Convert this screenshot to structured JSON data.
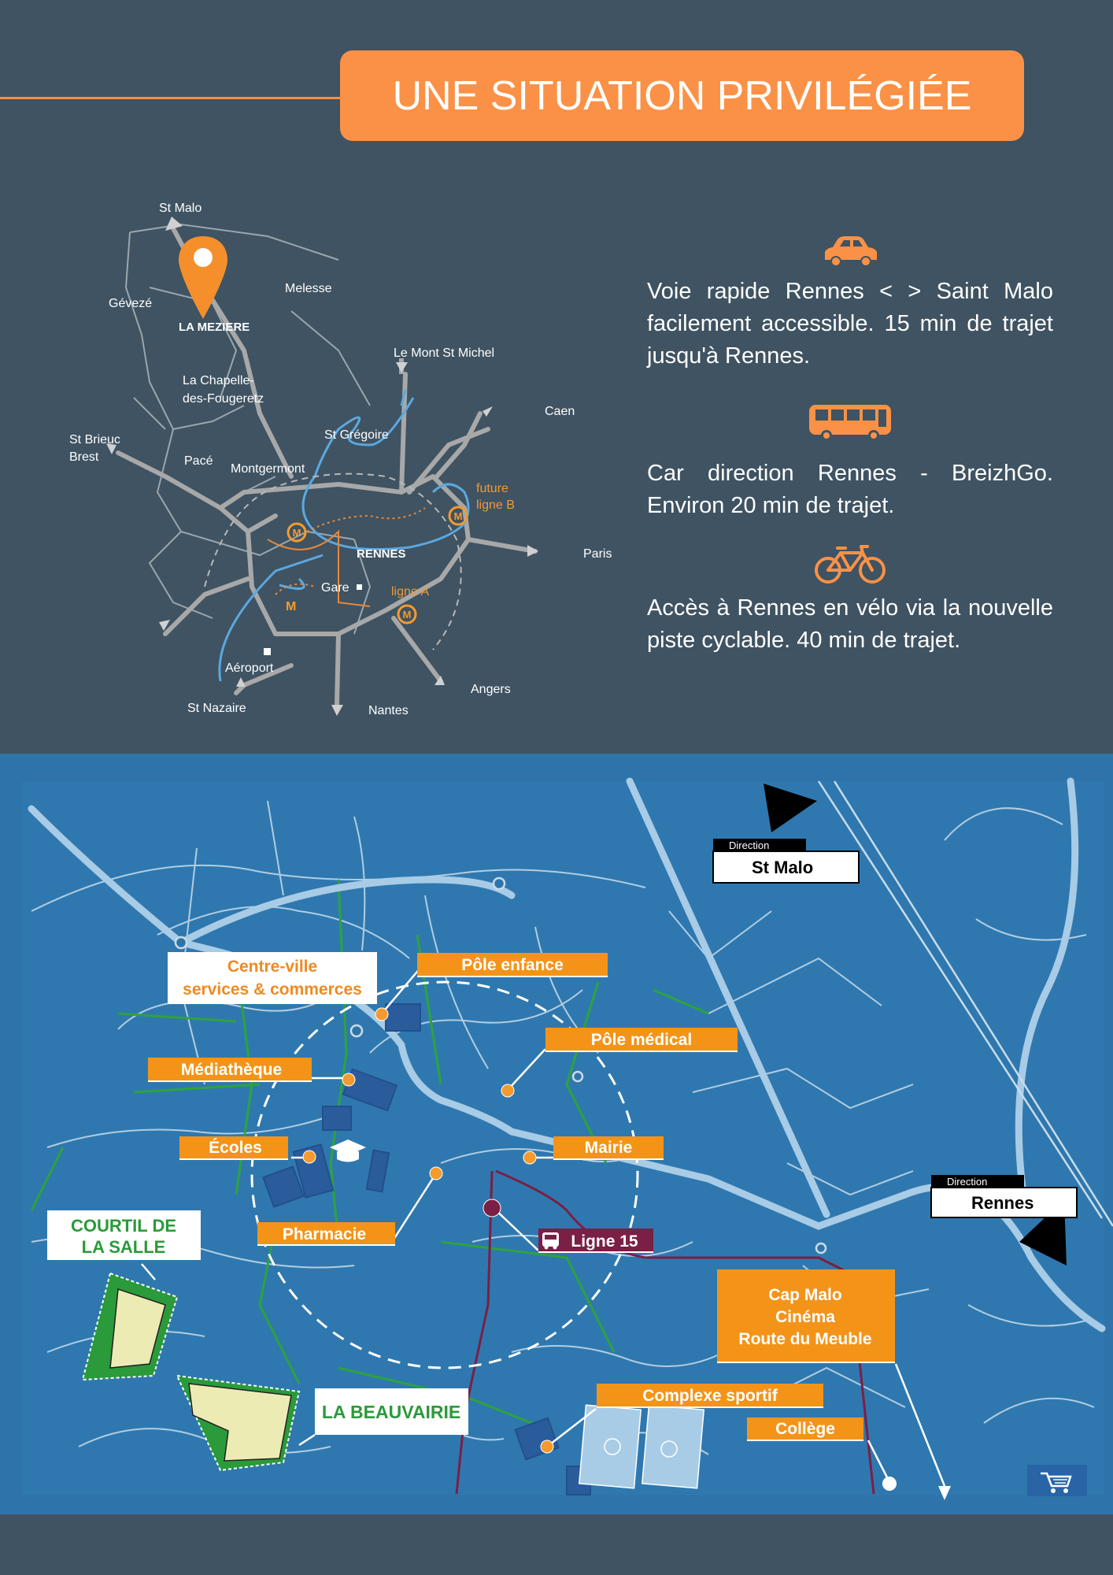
{
  "header": {
    "title": "UNE SITUATION PRIVILÉGIÉE"
  },
  "colors": {
    "accent": "#fb9146",
    "background": "#3f5362",
    "map_blue": "#2e74aa",
    "green": "#2a9a3a",
    "bus_line": "#7a1f45"
  },
  "regional_map": {
    "places": {
      "st_malo": "St Malo",
      "gevez": "Gévezé",
      "melesse": "Melesse",
      "la_meziere": "LA MEZIERE",
      "mont": "Le Mont St Michel",
      "chapelle1": "La Chapelle-",
      "chapelle2": "des-Fougeretz",
      "caen": "Caen",
      "brieuc": "St Brieuc",
      "brest": "Brest",
      "pace": "Pacé",
      "gregoire": "St Grégoire",
      "montgermont": "Montgermont",
      "future1": "future",
      "future2": "ligne B",
      "rennes": "RENNES",
      "paris": "Paris",
      "gare": "Gare",
      "ligne_a": "ligne A",
      "m": "M",
      "aeroport": "Aéroport",
      "angers": "Angers",
      "nazaire": "St Nazaire",
      "nantes": "Nantes"
    }
  },
  "transport": [
    {
      "icon": "car-icon",
      "text": "Voie rapide Rennes < > Saint Malo facilement accessible.  15 min de trajet jusqu'à  Rennes."
    },
    {
      "icon": "bus-icon",
      "text": "Car direction Rennes - BreizhGo. Environ 20 min de trajet."
    },
    {
      "icon": "bike-icon",
      "text": "Accès à Rennes en vélo via la nouvelle piste cyclable. 40 min de trajet."
    }
  ],
  "local_map": {
    "direction_label": "Direction",
    "dir_st_malo": "St Malo",
    "dir_rennes": "Rennes",
    "centre1": "Centre-ville",
    "centre2": "services & commerces",
    "pole_enfance": "Pôle enfance",
    "pole_medical": "Pôle médical",
    "mediatheque": "Médiathèque",
    "ecoles": "Écoles",
    "mairie": "Mairie",
    "pharmacie": "Pharmacie",
    "ligne15": "Ligne 15",
    "courtil1": "COURTIL DE",
    "courtil2": "LA SALLE",
    "cap1": "Cap Malo",
    "cap2": "Cinéma",
    "cap3": "Route du Meuble",
    "beauvairie": "LA BEAUVAIRIE",
    "complexe": "Complexe sportif",
    "college": "Collège"
  }
}
